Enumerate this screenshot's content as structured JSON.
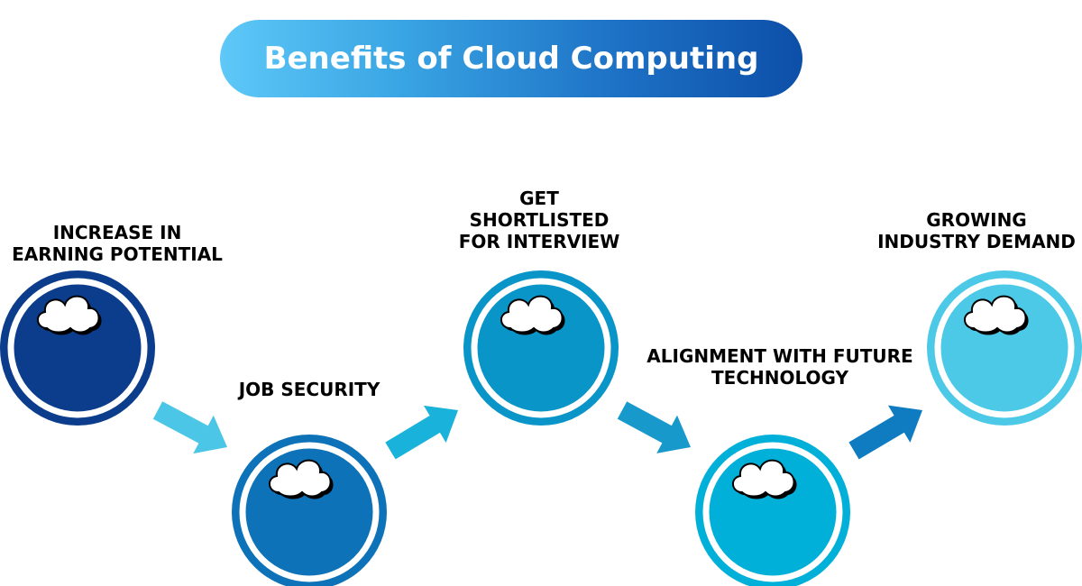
{
  "title": "Benefits of Cloud Computing",
  "colors": {
    "title_gradient": [
      "#5ec8f8",
      "#0d4fa8"
    ],
    "arrow": [
      "#4cc6e6",
      "#18b2da",
      "#1799cc",
      "#0f7bc0"
    ],
    "text": "#000000"
  },
  "steps": [
    {
      "lines": [
        "INCREASE IN",
        "EARNING POTENTIAL"
      ],
      "color": "#0b3d8c",
      "icon": "cloud-icon"
    },
    {
      "lines": [
        "JOB SECURITY"
      ],
      "color": "#0d72b8",
      "icon": "cloud-icon"
    },
    {
      "lines": [
        "GET",
        "SHORTLISTED",
        "FOR INTERVIEW"
      ],
      "color": "#0a95c9",
      "icon": "cloud-icon"
    },
    {
      "lines": [
        "ALIGNMENT WITH FUTURE",
        "TECHNOLOGY"
      ],
      "color": "#00b0d8",
      "icon": "cloud-icon"
    },
    {
      "lines": [
        "GROWING",
        "INDUSTRY DEMAND"
      ],
      "color": "#4cc9e6",
      "icon": "cloud-icon"
    }
  ]
}
